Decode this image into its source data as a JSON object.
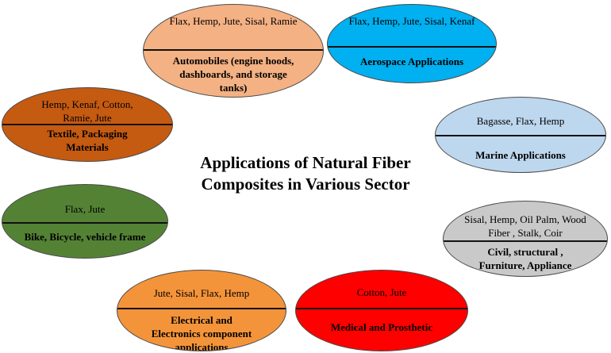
{
  "title_lines": [
    "Applications of Natural Fiber",
    "Composites in Various Sector"
  ],
  "sectors": [
    {
      "fibers": "Flax, Hemp, Jute, Sisal, Ramie",
      "application": "Automobiles (engine hoods, dashboards, and storage tanks)",
      "color": "#F4B183"
    },
    {
      "fibers": "Flax, Hemp, Jute, Sisal, Kenaf",
      "application": "Aerospace Applications",
      "color": "#00B0F0"
    },
    {
      "fibers": "Hemp, Kenaf, Cotton, Ramie, Jute",
      "application": "Textile, Packaging Materials",
      "color": "#C55A11"
    },
    {
      "fibers": "Bagasse, Flax, Hemp",
      "application": "Marine Applications",
      "color": "#BDD7EE"
    },
    {
      "fibers": "Flax, Jute",
      "application": "Bike, Bicycle, vehicle frame",
      "color": "#548235"
    },
    {
      "fibers": "Sisal, Hemp, Oil Palm, Wood Fiber , Stalk, Coir",
      "application": "Civil, structural , Furniture, Appliance",
      "color": "#C9C9C9"
    },
    {
      "fibers": "Jute, Sisal, Flax, Hemp",
      "application": "Electrical and Electronics component applications",
      "color": "#F4943A"
    },
    {
      "fibers": "Cotton, Jute",
      "application": "Medical and Prosthetic",
      "color": "#FF0000"
    }
  ]
}
